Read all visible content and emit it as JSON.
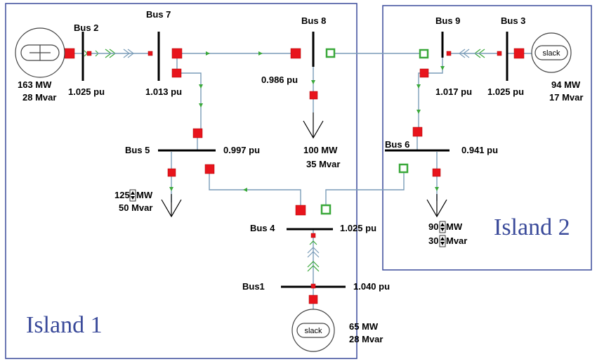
{
  "buses": {
    "bus1": {
      "name": "Bus1",
      "voltage": "1.040 pu"
    },
    "bus2": {
      "name": "Bus 2",
      "voltage": "1.025 pu"
    },
    "bus3": {
      "name": "Bus 3",
      "voltage": "1.025 pu"
    },
    "bus4": {
      "name": "Bus 4",
      "voltage": "1.025 pu"
    },
    "bus5": {
      "name": "Bus 5",
      "voltage": "0.997 pu"
    },
    "bus6": {
      "name": "Bus 6",
      "voltage": "0.941 pu"
    },
    "bus7": {
      "name": "Bus 7",
      "voltage": "1.013 pu"
    },
    "bus8": {
      "name": "Bus 8",
      "voltage": "0.986 pu"
    },
    "bus9": {
      "name": "Bus 9",
      "voltage": "1.017 pu"
    }
  },
  "generators": {
    "gen1": {
      "label": "slack",
      "mw": "65 MW",
      "mvar": "28 Mvar"
    },
    "gen2": {
      "mw": "163 MW",
      "mvar": "28 Mvar"
    },
    "gen3": {
      "label": "slack",
      "mw": "94 MW",
      "mvar": "17 Mvar"
    }
  },
  "loads": {
    "load5": {
      "mw_value": "125",
      "mw_unit": "MW",
      "mvar": "50 Mvar"
    },
    "load6": {
      "mw_value": "90",
      "mw_unit": "MW",
      "mvar_value": "30",
      "mvar_unit": "Mvar"
    },
    "load8": {
      "mw": "100 MW",
      "mvar": "35 Mvar"
    }
  },
  "islands": {
    "island1": "Island 1",
    "island2": "Island 2"
  },
  "colors": {
    "breaker_closed": "#e8141c",
    "breaker_open": "#3aa83a",
    "line": "#7a9cb8",
    "flow_arrow": "#3aa83a",
    "island_border": "#3a4a9a"
  }
}
